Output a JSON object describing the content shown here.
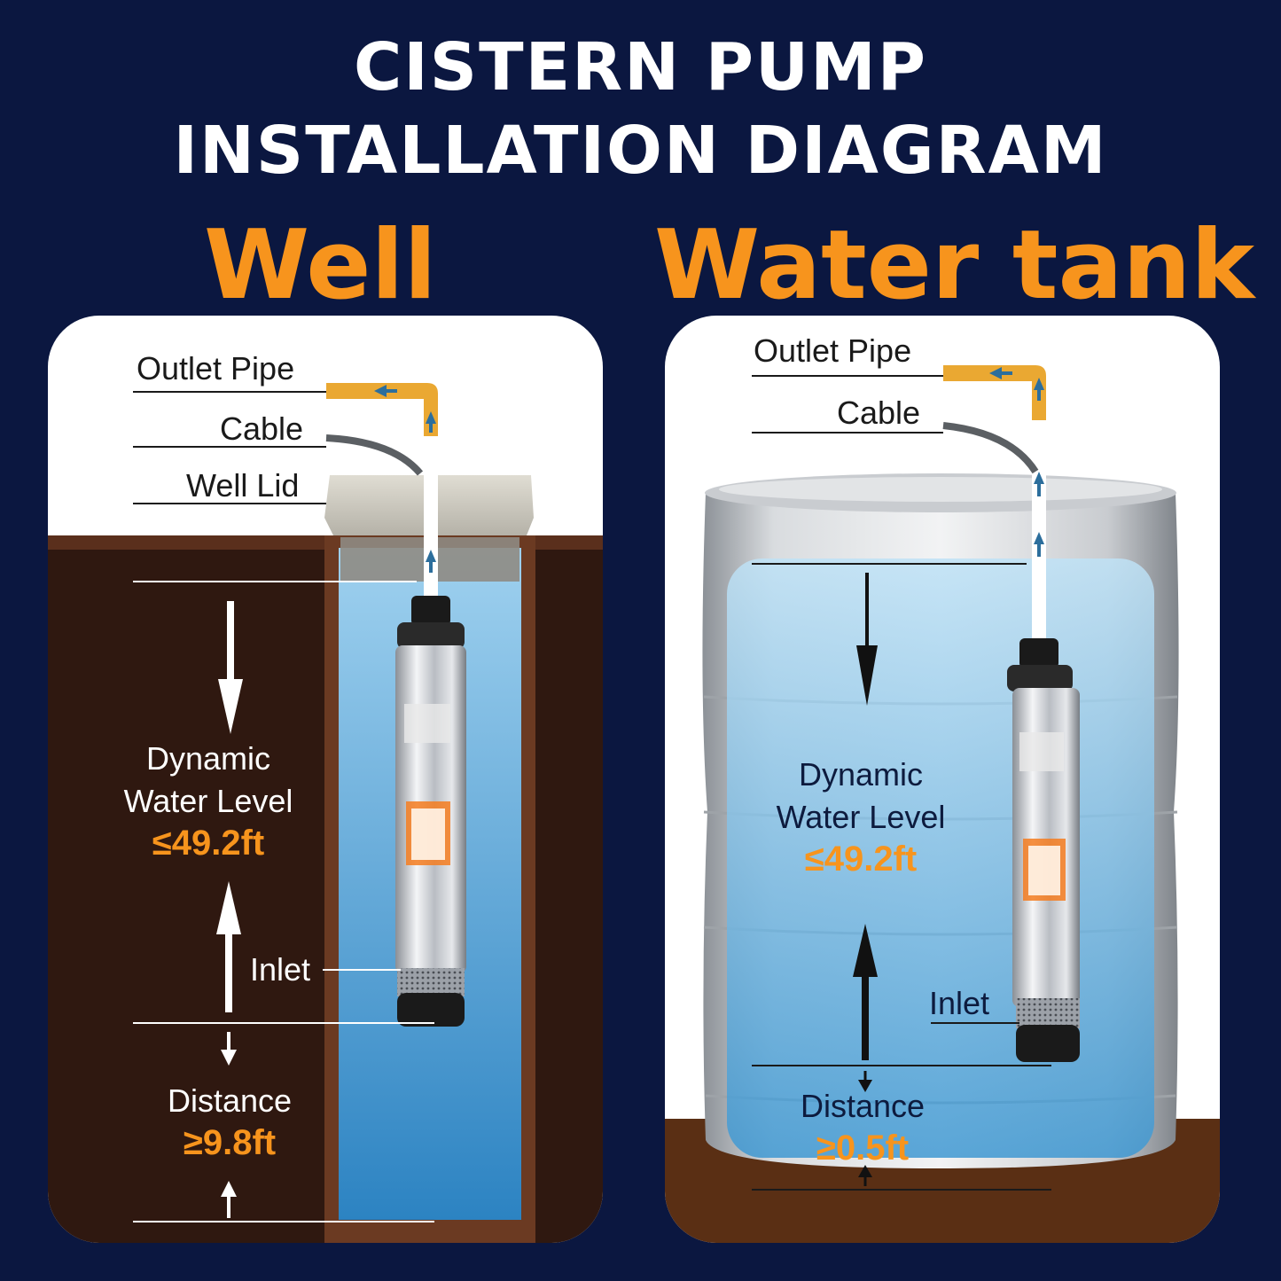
{
  "title_line1": "CISTERN PUMP",
  "title_line2": "INSTALLATION DIAGRAM",
  "colors": {
    "background": "#0b1740",
    "accent": "#f7941d",
    "pipe": "#eaa832",
    "soil": "#2f1810",
    "water": "#3f98d2"
  },
  "well": {
    "heading": "Well",
    "outlet_pipe": "Outlet Pipe",
    "cable": "Cable",
    "well_lid": "Well Lid",
    "dynamic_line1": "Dynamic",
    "dynamic_line2": "Water Level",
    "dynamic_value": "≤49.2ft",
    "inlet": "Inlet",
    "distance": "Distance",
    "distance_value": "≥9.8ft"
  },
  "tank": {
    "heading": "Water tank",
    "outlet_pipe": "Outlet Pipe",
    "cable": "Cable",
    "dynamic_line1": "Dynamic",
    "dynamic_line2": "Water Level",
    "dynamic_value": "≤49.2ft",
    "inlet": "Inlet",
    "distance": "Distance",
    "distance_value": "≥0.5ft"
  },
  "icons": {
    "flow_arrow": "flow-arrow-icon",
    "warning_label": "warning-label-icon"
  }
}
